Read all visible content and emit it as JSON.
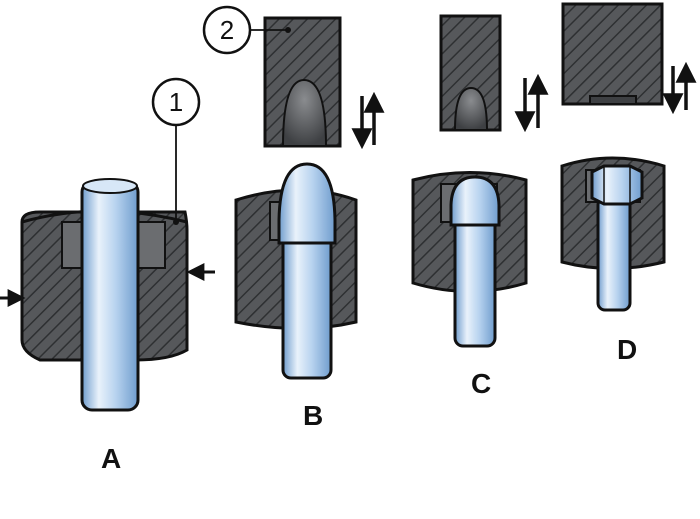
{
  "callouts": {
    "c1": "1",
    "c2": "2"
  },
  "steps": {
    "a": "A",
    "b": "B",
    "c": "C",
    "d": "D"
  },
  "colors": {
    "die_fill": "#545659",
    "die_top": "#707274",
    "die_cavity": "#4a4c4f",
    "hatch": "#2e3032",
    "outline": "#111111",
    "workpiece_light": "#e9f2fb",
    "workpiece_mid": "#a9c9ea",
    "workpiece_dark": "#6f9ccd"
  }
}
